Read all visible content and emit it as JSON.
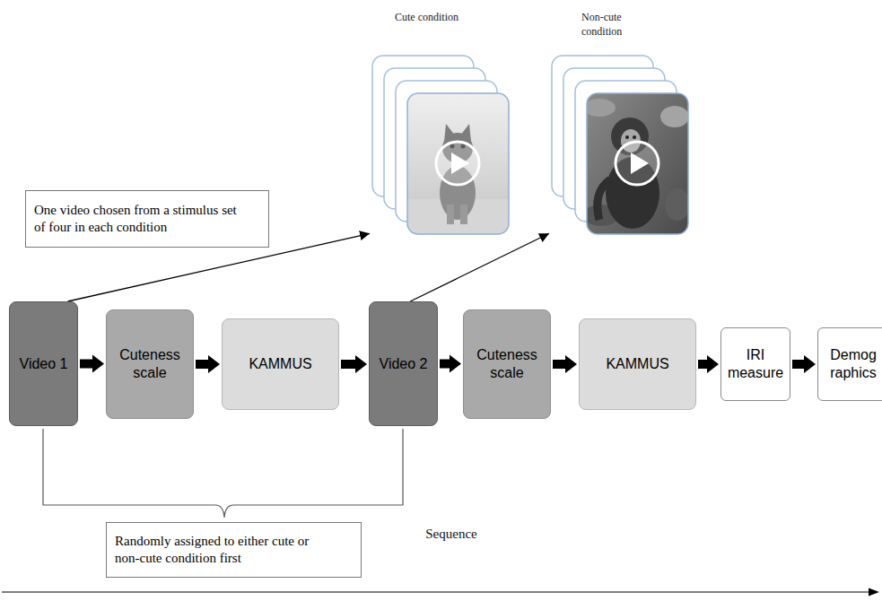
{
  "diagram": {
    "nodes": [
      {
        "text": [
          "Cute condition"
        ]
      },
      {
        "text": [
          "Non-cute condition"
        ]
      },
      {
        "text": [
          "One video chosen from a stimulus set of four in each condition"
        ]
      },
      {
        "text": [
          "Video 1"
        ]
      },
      {
        "text": [
          "Cuteness scale"
        ]
      },
      {
        "text": [
          "KAMMUS"
        ]
      },
      {
        "text": [
          "Video 2"
        ]
      },
      {
        "text": [
          "Cuteness scale"
        ]
      },
      {
        "text": [
          "KAMMUS"
        ]
      },
      {
        "text": [
          "IRI measure"
        ]
      },
      {
        "text": [
          "Demog raphics"
        ]
      },
      {
        "text": [
          "Randomly assigned to either cute or non-cute condition first"
        ]
      }
    ],
    "edges": [
      {
        "from": 3,
        "to": 0,
        "arrow": "to"
      },
      {
        "from": 6,
        "to": 1,
        "arrow": "to"
      },
      {
        "from": 3,
        "to": 4,
        "arrow": "to"
      },
      {
        "from": 4,
        "to": 5,
        "arrow": "to"
      },
      {
        "from": 5,
        "to": 6,
        "arrow": "to"
      },
      {
        "from": 6,
        "to": 7,
        "arrow": "to"
      },
      {
        "from": 7,
        "to": 8,
        "arrow": "to"
      },
      {
        "from": 8,
        "to": 9,
        "arrow": "to"
      },
      {
        "from": 9,
        "to": 10,
        "arrow": "to"
      }
    ],
    "labels": [
      "Sequence"
    ]
  }
}
